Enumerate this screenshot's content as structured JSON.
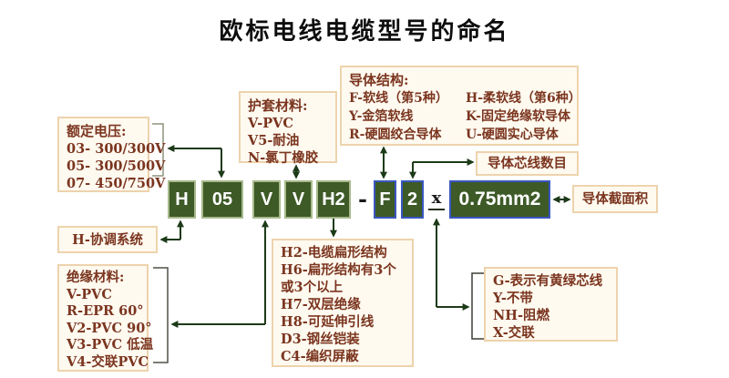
{
  "title": "欧标电线电缆型号的命名",
  "code": [
    {
      "label": "H"
    },
    {
      "label": "05"
    },
    {
      "label": "V"
    },
    {
      "label": "V"
    },
    {
      "label": "H2"
    },
    {
      "label": "F"
    },
    {
      "label": "2"
    },
    {
      "label": "0.75mm2"
    }
  ],
  "separators": {
    "dash": "-",
    "times": "x"
  },
  "labels": {
    "core_count": "导体芯线数目",
    "cross_section": "导体截面积",
    "harmonized": "H-协调系统"
  },
  "boxes": {
    "voltage": {
      "title": "额定电压:",
      "lines": [
        "03- 300/300V",
        "05- 300/500V",
        "07- 450/750V"
      ]
    },
    "sheath": {
      "title": "护套材料:",
      "lines": [
        "V-PVC",
        "V5-耐油",
        "N-氯丁橡胶"
      ]
    },
    "conductor": {
      "title": "导体结构:",
      "left": [
        "F-软线（第5种）",
        "Y-金箔软线",
        "R-硬圆绞合导体"
      ],
      "right": [
        "H-柔软线（第6种）",
        "K-固定绝缘软导体",
        "U-硬圆实心导体"
      ]
    },
    "insulation": {
      "title": "绝缘材料:",
      "lines": [
        "V-PVC",
        "R-EPR 60°",
        "V2-PVC 90°",
        "V3-PVC 低温",
        "V4-交联PVC"
      ]
    },
    "structure": {
      "lines": [
        "H2-电缆扁形结构",
        "H6-扁形结构有3个",
        "或3个以上",
        "H7-双层绝缘",
        "H8-可延伸引线",
        "D3-钢丝铠装",
        "C4-编织屏蔽"
      ]
    },
    "suffix": {
      "lines": [
        "G-表示有黄绿芯线",
        "Y-不带",
        "NH-阻燃",
        "X-交联"
      ]
    }
  },
  "colors": {
    "code_box_fill": "#3d5a27",
    "code_box_border_green": "#a8b98c",
    "code_box_border_blue": "#3a57c0",
    "arrow": "#1d3a18",
    "label_text": "#7b351f",
    "label_border": "#eed3ad",
    "label_bg": "#fefaf0"
  }
}
